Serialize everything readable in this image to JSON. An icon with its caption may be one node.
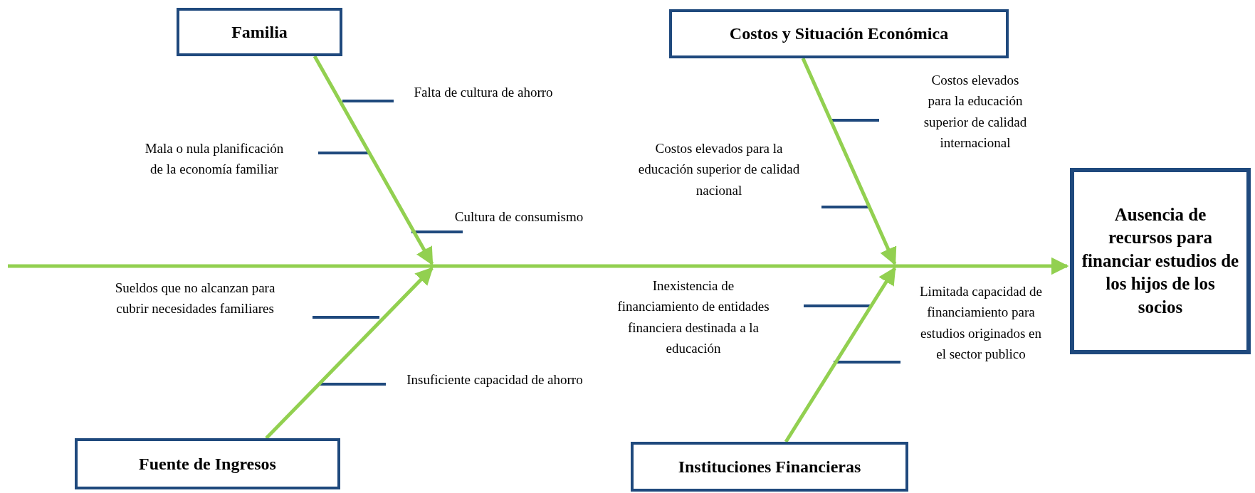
{
  "diagram": {
    "nodes": [
      {
        "text": [
          "Familia"
        ]
      },
      {
        "text": [
          "Costos y Situación Económica"
        ]
      },
      {
        "text": [
          "Ausencia de recursos para financiar estudios de los hijos de los socios"
        ]
      },
      {
        "text": [
          "Fuente de Ingresos"
        ]
      },
      {
        "text": [
          "Instituciones Financieras"
        ]
      }
    ],
    "edges": [
      {
        "from": 0,
        "to": null,
        "arrow": "to"
      },
      {
        "from": 1,
        "to": null,
        "arrow": "to"
      },
      {
        "from": 3,
        "to": null,
        "arrow": "to"
      },
      {
        "from": 4,
        "to": null,
        "arrow": "to"
      },
      {
        "from": null,
        "to": 2,
        "arrow": "to"
      }
    ],
    "labels": [
      "Falta de cultura de ahorro",
      "Mala o nula planificación de la economía familiar",
      "Cultura de consumismo",
      "Costos elevados para la educación superior de calidad nacional",
      "Costos elevados para la educación superior de calidad internacional",
      "Sueldos que no alcanzan para cubrir necesidades familiares",
      "Insuficiente capacidad de ahorro",
      "Inexistencia de financiamiento de entidades financiera destinada a la educación",
      "Limitada capacidad de financiamiento para estudios originados en el sector publico"
    ]
  }
}
